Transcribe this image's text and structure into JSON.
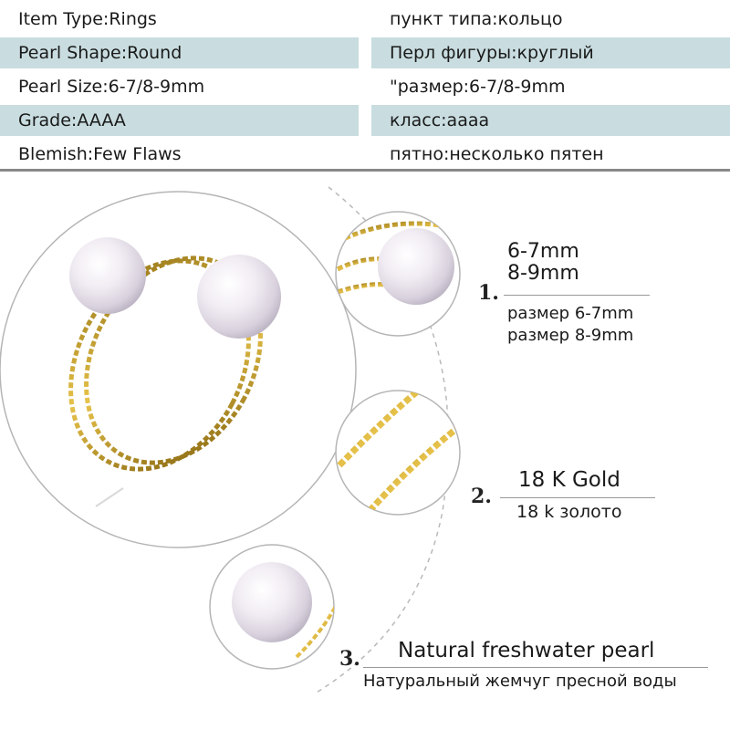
{
  "spec_table": {
    "rows": [
      {
        "left": "Item Type:Rings",
        "right": "пункт типа:кольцо",
        "shaded": false
      },
      {
        "left": "Pearl Shape:Round",
        "right": "Перл фигуры:круглый",
        "shaded": true
      },
      {
        "left": "Pearl Size:6-7/8-9mm",
        "right": "\"размер:6-7/8-9mm",
        "shaded": false
      },
      {
        "left": "Grade:AAAA",
        "right": "класс:аааа",
        "shaded": true
      },
      {
        "left": "Blemish:Few Flaws",
        "right": "пятно:несколько пятен",
        "shaded": false
      }
    ]
  },
  "features": [
    {
      "number": "1.",
      "title_lines": [
        "6-7mm",
        "8-9mm"
      ],
      "subtitle_lines": [
        "размер 6-7mm",
        "размер 8-9mm"
      ]
    },
    {
      "number": "2.",
      "title_lines": [
        "18 K Gold"
      ],
      "subtitle_lines": [
        "18 k золото"
      ]
    },
    {
      "number": "3.",
      "title_lines": [
        "Natural freshwater pearl"
      ],
      "subtitle_lines": [
        "Натуральный жемчуг пресной воды"
      ]
    }
  ],
  "colors": {
    "table_shade": "#c9dde0",
    "gold": "#c9a227",
    "pearl": "#f3eef4"
  }
}
